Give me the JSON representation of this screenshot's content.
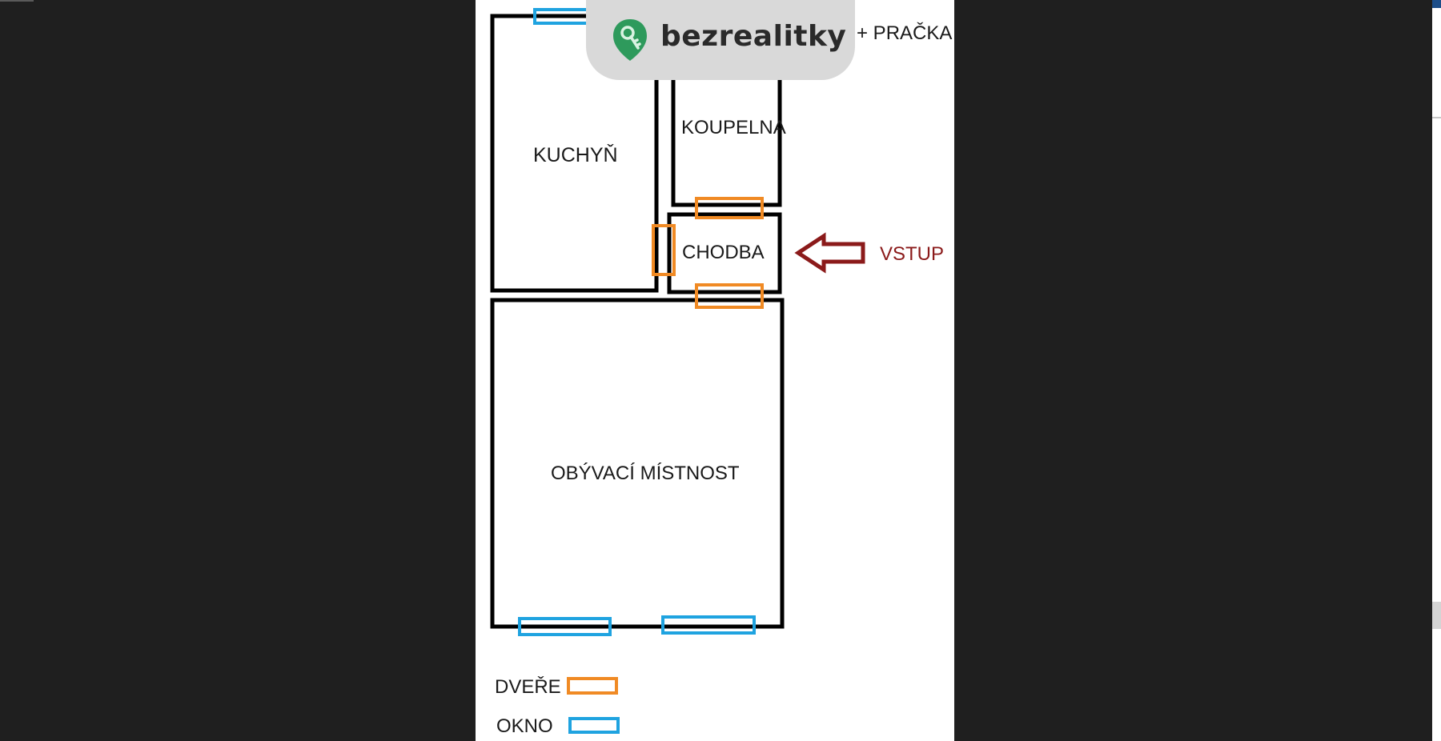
{
  "floorplan": {
    "rooms": {
      "kitchen": "KUCHYŇ",
      "bathroom": "KOUPELNA",
      "hallway": "CHODBA",
      "living_room": "OBÝVACÍ MÍSTNOST"
    },
    "note": "+ PRAČKA",
    "entrance": "VSTUP",
    "legend": {
      "door": "DVEŘE",
      "window": "OKNO"
    },
    "colors": {
      "walls": "#000000",
      "door": "#f08a24",
      "window": "#1fa3e0",
      "entrance": "#8b1a1a"
    }
  },
  "watermark": {
    "brand": "bezrealitky",
    "icon": "key-pin-icon",
    "color": "#2e9a5c"
  }
}
